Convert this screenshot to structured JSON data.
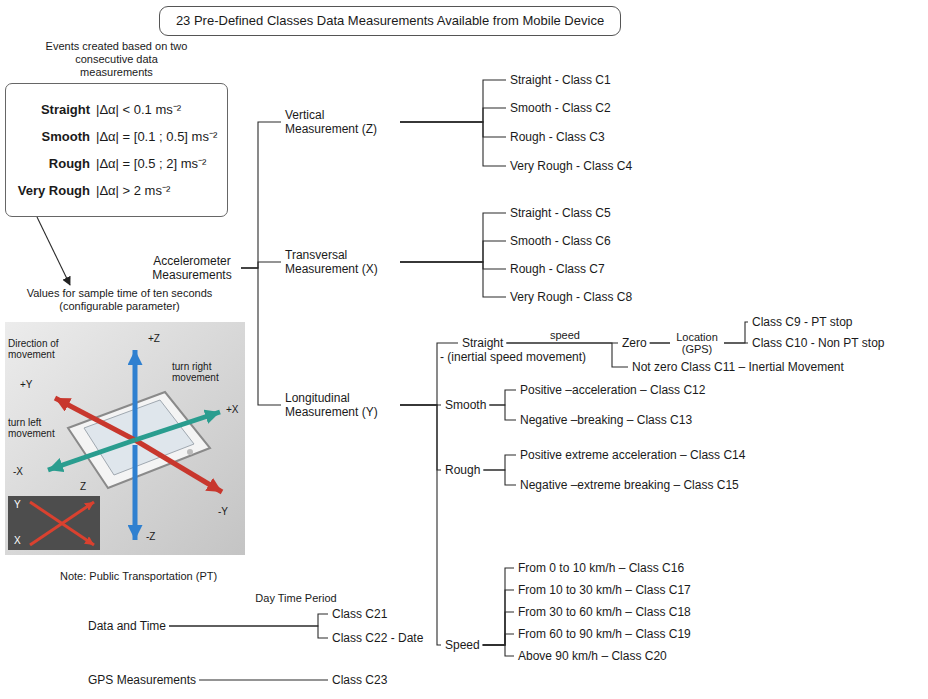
{
  "diagram": {
    "nodes": [
      {
        "text": [
          "23 Pre-Defined Classes Data Measurements Available from Mobile Device"
        ]
      },
      {
        "text": [
          "Events created based on two consecutive data measurements",
          "Straight |Δα| < 0.1 ms⁻²",
          "Smooth |Δα| = [0.1 ; 0.5] ms⁻²",
          "Rough |Δα| = [0.5 ; 2] ms⁻²",
          "Very Rough |Δα| > 2 ms⁻²"
        ]
      },
      {
        "text": [
          "Accelerometer Measurements"
        ]
      },
      {
        "text": [
          "Vertical Measurement (Z)"
        ]
      },
      {
        "text": [
          "Straight - Class C1"
        ]
      },
      {
        "text": [
          "Smooth - Class C2"
        ]
      },
      {
        "text": [
          "Rough - Class C3"
        ]
      },
      {
        "text": [
          "Very Rough - Class C4"
        ]
      },
      {
        "text": [
          "Transversal Measurement (X)"
        ]
      },
      {
        "text": [
          "Straight - Class C5"
        ]
      },
      {
        "text": [
          "Smooth - Class C6"
        ]
      },
      {
        "text": [
          "Rough - Class C7"
        ]
      },
      {
        "text": [
          "Very Rough - Class C8"
        ]
      },
      {
        "text": [
          "Values for sample time of ten seconds (configurable parameter)"
        ]
      },
      {
        "text": [
          "Longitudinal Measurement (Y)"
        ]
      },
      {
        "text": [
          "Straight",
          "- (inertial speed movement)"
        ]
      },
      {
        "text": [
          "Zero"
        ]
      },
      {
        "text": [
          "Class C9 - PT stop"
        ]
      },
      {
        "text": [
          "Class C10 - Non PT stop"
        ]
      },
      {
        "text": [
          "Not zero Class C11 – Inertial Movement"
        ]
      },
      {
        "text": [
          "Smooth"
        ]
      },
      {
        "text": [
          "Positive –acceleration – Class C12"
        ]
      },
      {
        "text": [
          "Negative –breaking – Class C13"
        ]
      },
      {
        "text": [
          "Rough"
        ]
      },
      {
        "text": [
          "Positive extreme acceleration – Class C14"
        ]
      },
      {
        "text": [
          "Negative –extreme breaking – Class C15"
        ]
      },
      {
        "text": [
          "Speed"
        ]
      },
      {
        "text": [
          "From 0 to 10 km/h – Class C16"
        ]
      },
      {
        "text": [
          "From 10 to 30 km/h – Class C17"
        ]
      },
      {
        "text": [
          "From 30 to 60 km/h – Class C18"
        ]
      },
      {
        "text": [
          "From 60 to 90 km/h – Class C19"
        ]
      },
      {
        "text": [
          "Above 90 km/h – Class C20"
        ]
      },
      {
        "text": [
          "Data and Time"
        ]
      },
      {
        "text": [
          "Class C21"
        ]
      },
      {
        "text": [
          "Class C22 - Date"
        ]
      },
      {
        "text": [
          "GPS Measurements"
        ]
      },
      {
        "text": [
          "Class C23"
        ]
      }
    ],
    "edges": [
      {
        "from": 2,
        "to": 3,
        "arrow": "none"
      },
      {
        "from": 2,
        "to": 8,
        "arrow": "none"
      },
      {
        "from": 2,
        "to": 14,
        "arrow": "none"
      },
      {
        "from": 3,
        "to": 4,
        "arrow": "none"
      },
      {
        "from": 3,
        "to": 5,
        "arrow": "none"
      },
      {
        "from": 3,
        "to": 6,
        "arrow": "none"
      },
      {
        "from": 3,
        "to": 7,
        "arrow": "none"
      },
      {
        "from": 8,
        "to": 9,
        "arrow": "none"
      },
      {
        "from": 8,
        "to": 10,
        "arrow": "none"
      },
      {
        "from": 8,
        "to": 11,
        "arrow": "none"
      },
      {
        "from": 8,
        "to": 12,
        "arrow": "none"
      },
      {
        "from": 1,
        "to": 13,
        "arrow": "to"
      },
      {
        "from": 14,
        "to": 15,
        "arrow": "none"
      },
      {
        "from": 14,
        "to": 20,
        "arrow": "none"
      },
      {
        "from": 14,
        "to": 23,
        "arrow": "none"
      },
      {
        "from": 14,
        "to": 26,
        "arrow": "none"
      },
      {
        "from": 15,
        "to": 16,
        "label": "speed",
        "arrow": "none"
      },
      {
        "from": 15,
        "to": 19,
        "arrow": "none"
      },
      {
        "from": 16,
        "to": 17,
        "label": "Location (GPS)",
        "arrow": "none"
      },
      {
        "from": 16,
        "to": 18,
        "arrow": "none"
      },
      {
        "from": 20,
        "to": 21,
        "arrow": "none"
      },
      {
        "from": 20,
        "to": 22,
        "arrow": "none"
      },
      {
        "from": 23,
        "to": 24,
        "arrow": "none"
      },
      {
        "from": 23,
        "to": 25,
        "arrow": "none"
      },
      {
        "from": 26,
        "to": 27,
        "arrow": "none"
      },
      {
        "from": 26,
        "to": 28,
        "arrow": "none"
      },
      {
        "from": 26,
        "to": 29,
        "arrow": "none"
      },
      {
        "from": 26,
        "to": 30,
        "arrow": "none"
      },
      {
        "from": 26,
        "to": 31,
        "arrow": "none"
      },
      {
        "from": 32,
        "to": 33,
        "label": "Day Time Period",
        "arrow": "none"
      },
      {
        "from": 32,
        "to": 34,
        "arrow": "none"
      },
      {
        "from": 35,
        "to": 36,
        "arrow": "none"
      }
    ],
    "labels": [
      "Direction of movement",
      "+Y",
      "+Z",
      "turn right movement",
      "+X",
      "turn left movement",
      "-X",
      "Z",
      "-Z",
      "-Y",
      "Y",
      "X",
      "Note: Public Transportation (PT)"
    ]
  }
}
